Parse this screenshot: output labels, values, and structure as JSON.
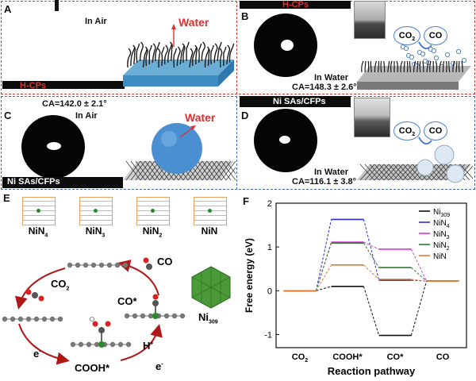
{
  "panels": {
    "A": {
      "label": "A",
      "in_air": "In Air",
      "substrate": "H-CPs",
      "water": "Water"
    },
    "B": {
      "label": "B",
      "substrate": "H-CPs",
      "in_water": "In Water",
      "ca": "CA=148.3 ± 2.6°",
      "co2": "CO",
      "co2_sub": "2",
      "co": "CO"
    },
    "C": {
      "label": "C",
      "ca": "CA=142.0 ± 2.1°",
      "in_air": "In Air",
      "substrate": "Ni SAs/CFPs",
      "water": "Water"
    },
    "D": {
      "label": "D",
      "substrate": "Ni SAs/CFPs",
      "in_water": "In Water",
      "ca": "CA=116.1 ± 3.8°",
      "co2": "CO",
      "co2_sub": "2",
      "co": "CO"
    },
    "E": {
      "label": "E",
      "structures": [
        {
          "name": "NiN",
          "sub": "4"
        },
        {
          "name": "NiN",
          "sub": "3"
        },
        {
          "name": "NiN",
          "sub": "2"
        },
        {
          "name": "NiN",
          "sub": ""
        }
      ],
      "cluster": {
        "name": "Ni",
        "sub": "309"
      },
      "cycle": {
        "co2": "CO",
        "co2_sub": "2",
        "co": "CO",
        "co_star": "CO*",
        "cooh": "COOH*",
        "h_plus": "H",
        "h_plus_sup": "+",
        "e_left": "e",
        "e_left_sup": "-",
        "e_right": "e",
        "e_right_sup": "-"
      }
    },
    "F": {
      "label": "F"
    }
  },
  "chart_data": {
    "type": "line",
    "xlabel": "Reaction pathway",
    "ylabel": "Free energy (eV)",
    "categories": [
      "CO2",
      "COOH*",
      "CO*",
      "CO"
    ],
    "ylim": [
      -1.3,
      2.0
    ],
    "yticks": [
      -1,
      0,
      1,
      2
    ],
    "grid": false,
    "legend_position": "top-right",
    "series": [
      {
        "name": "Ni309",
        "color": "#111111",
        "values": [
          0,
          0.1,
          -1.02,
          0.22
        ]
      },
      {
        "name": "NiN4",
        "color": "#2a2ad6",
        "values": [
          0,
          1.63,
          0.24,
          0.22
        ]
      },
      {
        "name": "NiN3",
        "color": "#e030e0",
        "values": [
          0,
          1.11,
          0.95,
          0.22
        ]
      },
      {
        "name": "NiN2",
        "color": "#2f7a2f",
        "values": [
          0,
          1.09,
          0.53,
          0.22
        ]
      },
      {
        "name": "NiN",
        "color": "#e07a30",
        "values": [
          0,
          0.59,
          0.26,
          0.22
        ]
      }
    ],
    "legend": [
      {
        "base": "Ni",
        "sub": "309"
      },
      {
        "base": "NiN",
        "sub": "4"
      },
      {
        "base": "NiN",
        "sub": "3"
      },
      {
        "base": "NiN",
        "sub": "2"
      },
      {
        "base": "NiN",
        "sub": ""
      }
    ],
    "category_labels": [
      {
        "base": "CO",
        "sub": "2"
      },
      {
        "base": "COOH*",
        "sub": ""
      },
      {
        "base": "CO*",
        "sub": ""
      },
      {
        "base": "CO",
        "sub": ""
      }
    ]
  }
}
